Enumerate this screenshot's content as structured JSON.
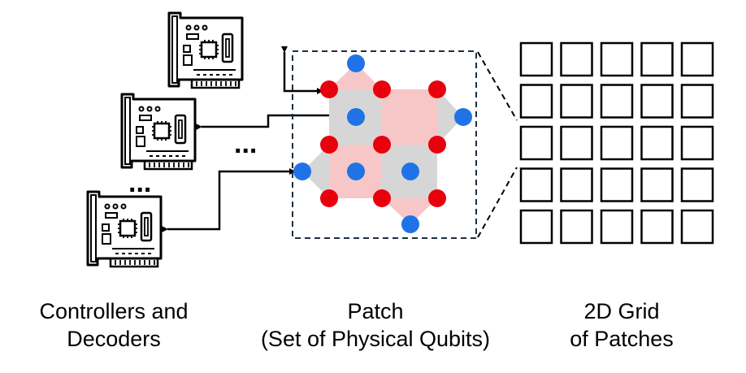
{
  "captions": {
    "controllers": {
      "line1": "Controllers and",
      "line2": "Decoders"
    },
    "patch": {
      "line1": "Patch",
      "line2": "(Set of Physical Qubits)"
    },
    "grid": {
      "line1": "2D Grid",
      "line2": "of Patches"
    }
  },
  "ellipsis": "...",
  "colors": {
    "red_qubit": "#e8000d",
    "blue_qubit": "#1f73e6",
    "pink_plaquette": "#f7c6c6",
    "gray_plaquette": "#d6d6d6",
    "patch_border": "#1c2f40",
    "line": "#000000"
  },
  "grid": {
    "rows": 5,
    "cols": 5
  },
  "icons": [
    "controller-card-icon",
    "controller-card-icon",
    "controller-card-icon"
  ]
}
